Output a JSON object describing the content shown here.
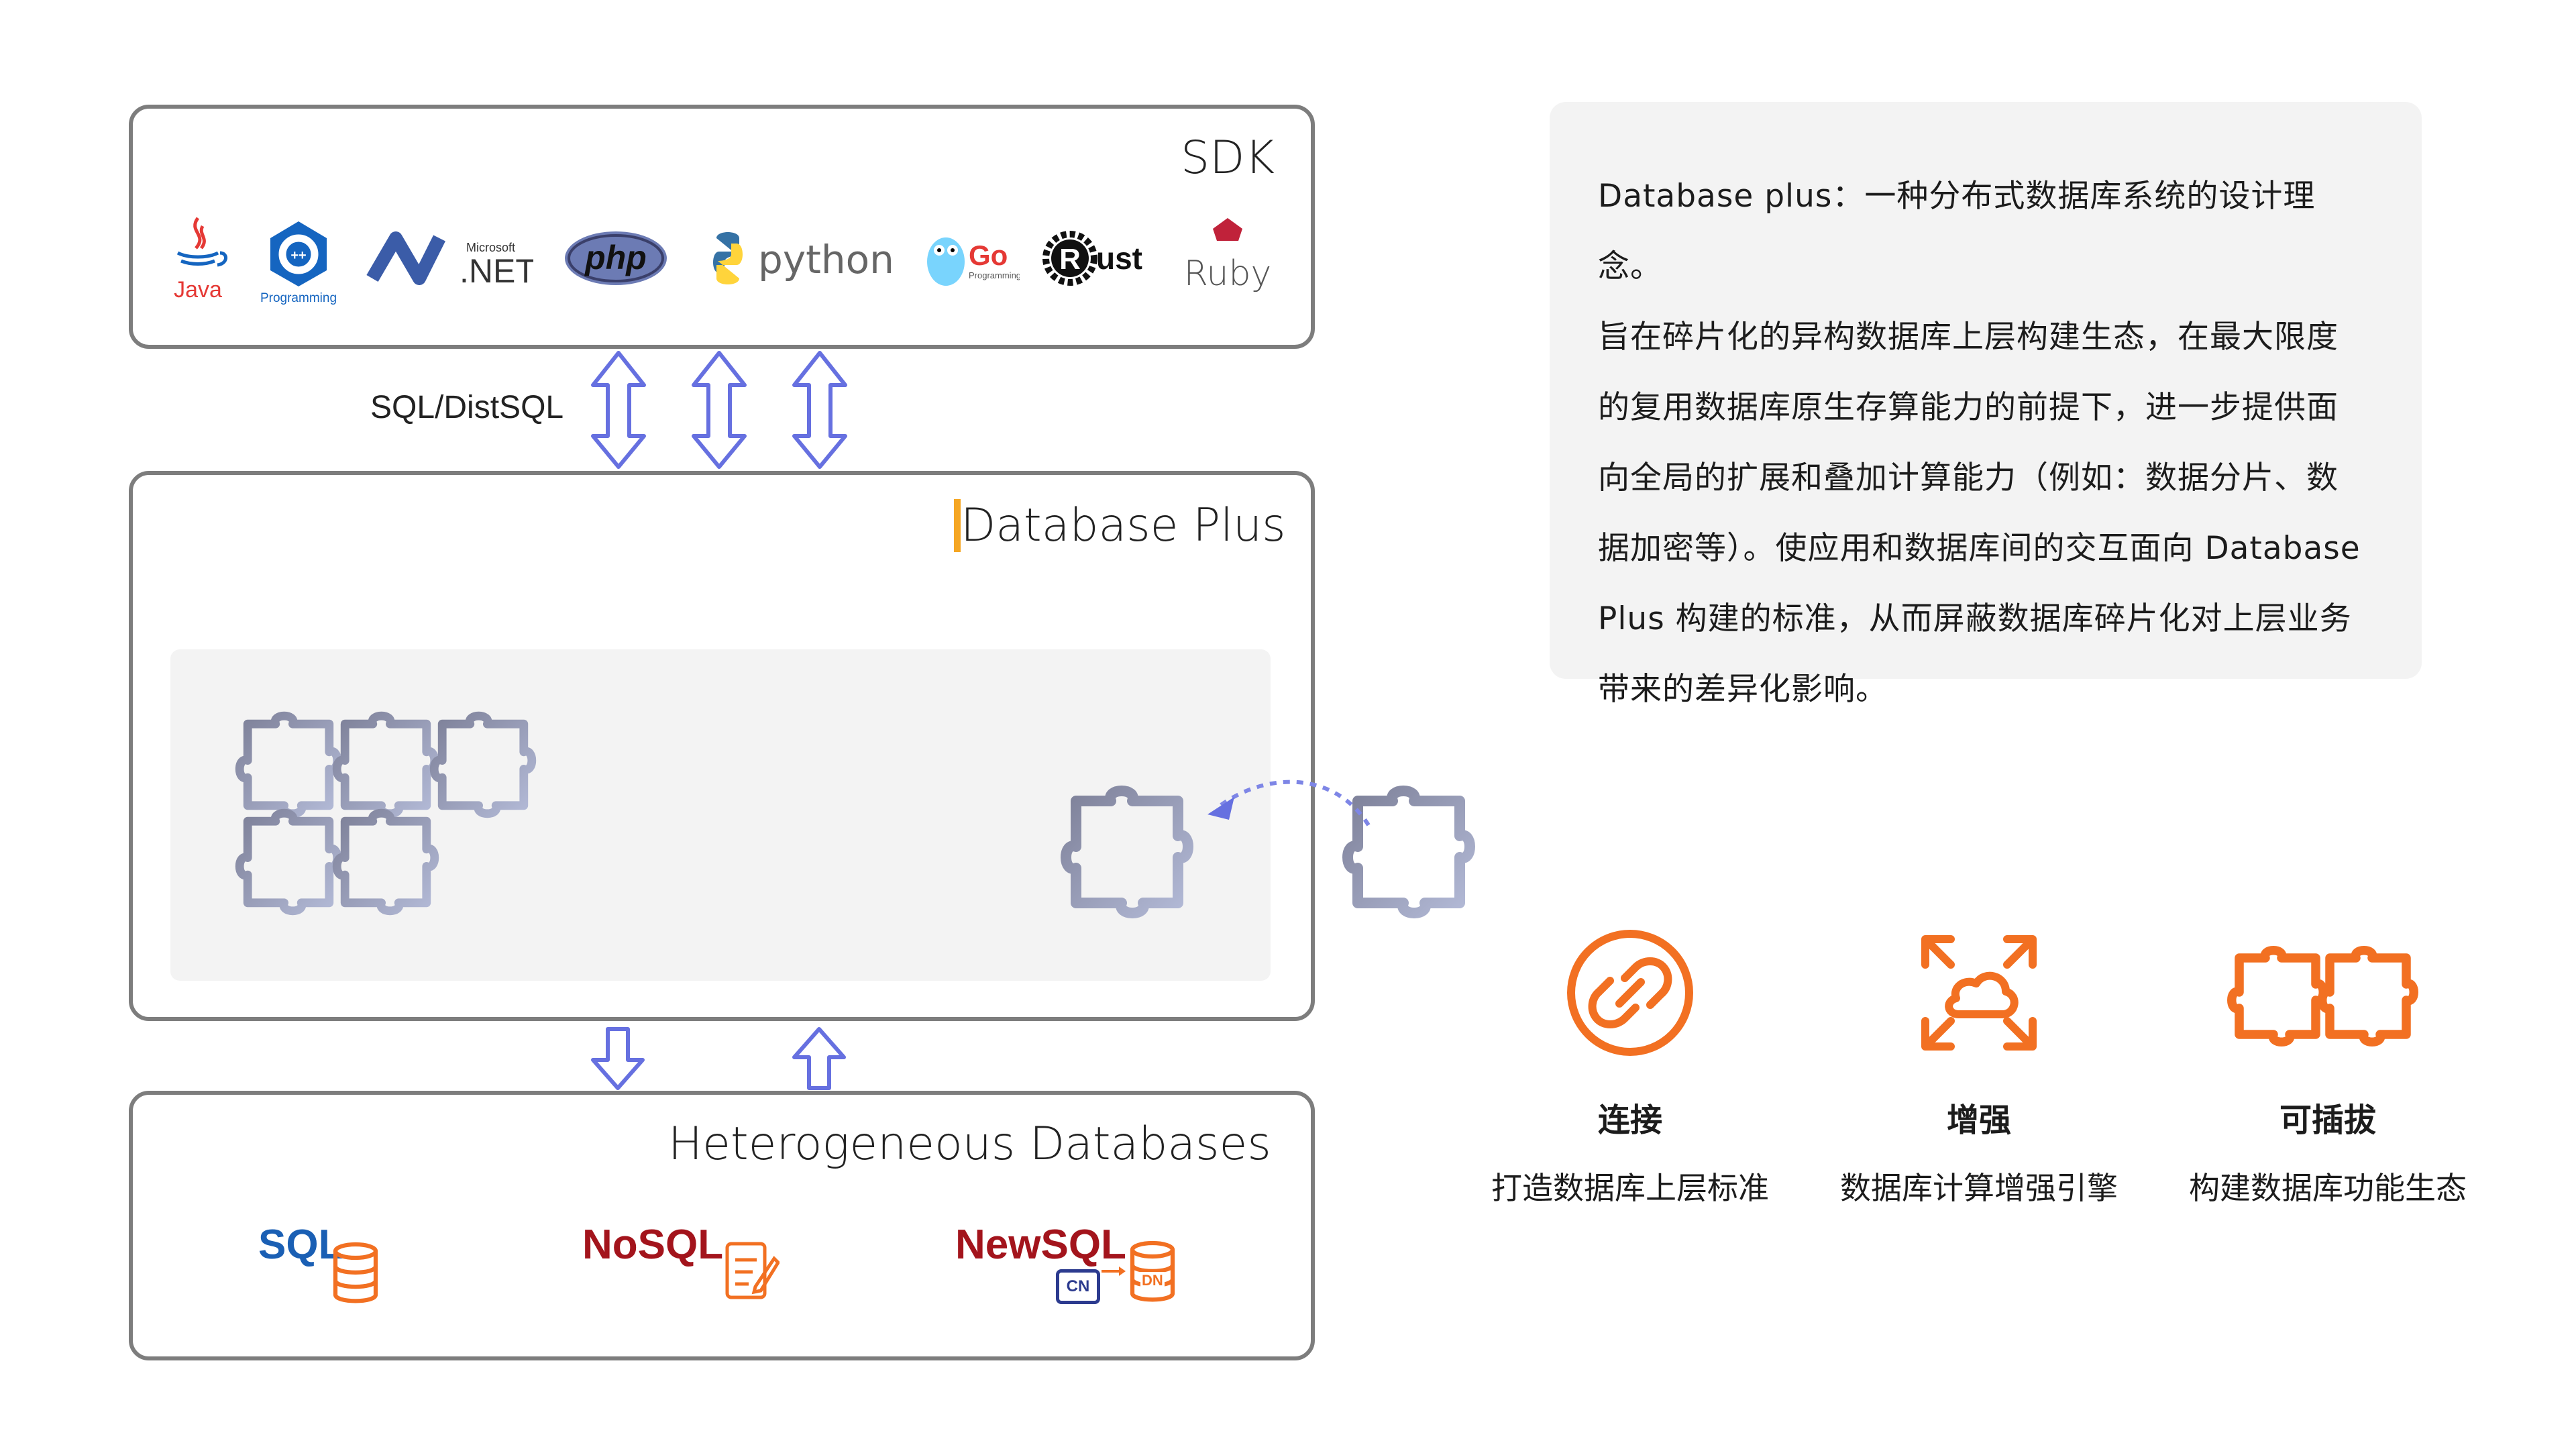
{
  "sdk": {
    "title": "SDK",
    "logos": [
      {
        "name": "java-logo",
        "label": "Java"
      },
      {
        "name": "cpp-logo",
        "label": "Programming"
      },
      {
        "name": "dotnet-logo",
        "label": ".NET",
        "sublabel": "Microsoft"
      },
      {
        "name": "php-logo",
        "label": "php"
      },
      {
        "name": "python-logo",
        "label": "python"
      },
      {
        "name": "go-logo",
        "label": "Go",
        "sublabel": "Programming"
      },
      {
        "name": "rust-logo",
        "label": "ust"
      },
      {
        "name": "ruby-logo",
        "label": "Ruby"
      }
    ]
  },
  "connector_label": "SQL/DistSQL",
  "database_plus": {
    "title_d": "D",
    "title_mid": "atabase ",
    "title_p": "P",
    "title_end": "lus"
  },
  "heterogeneous": {
    "title": "Heterogeneous Databases",
    "items": [
      {
        "label": "SQL",
        "color": "#1a5fb4"
      },
      {
        "label": "NoSQL",
        "color": "#a3141c"
      },
      {
        "label": "NewSQL",
        "color": "#a3141c",
        "cn": "CN",
        "dn": "DN"
      }
    ]
  },
  "description": {
    "lines": [
      "Database plus：一种分布式数据库系统的设计理念。",
      "旨在碎片化的异构数据库上层构建生态，在最大限度",
      "的复用数据库原生存算能力的前提下，进一步提供面",
      "向全局的扩展和叠加计算能力（例如：数据分片、数",
      "据加密等）。使应用和数据库间的交互面向 Database",
      "Plus 构建的标准，从而屏蔽数据库碎片化对上层业务",
      "带来的差异化影响。"
    ]
  },
  "features": [
    {
      "title": "连接",
      "desc": "打造数据库上层标准",
      "icon": "link-icon"
    },
    {
      "title": "增强",
      "desc": "数据库计算增强引擎",
      "icon": "cloud-expand-icon"
    },
    {
      "title": "可插拔",
      "desc": "构建数据库功能生态",
      "icon": "puzzle-icon"
    }
  ],
  "colors": {
    "accent_orange": "#f27022",
    "arrow_blue": "#6670e0",
    "border_gray": "#7d7d7d",
    "panel_bg": "#f3f3f3",
    "puzzle_stroke": "#8a90b0"
  }
}
